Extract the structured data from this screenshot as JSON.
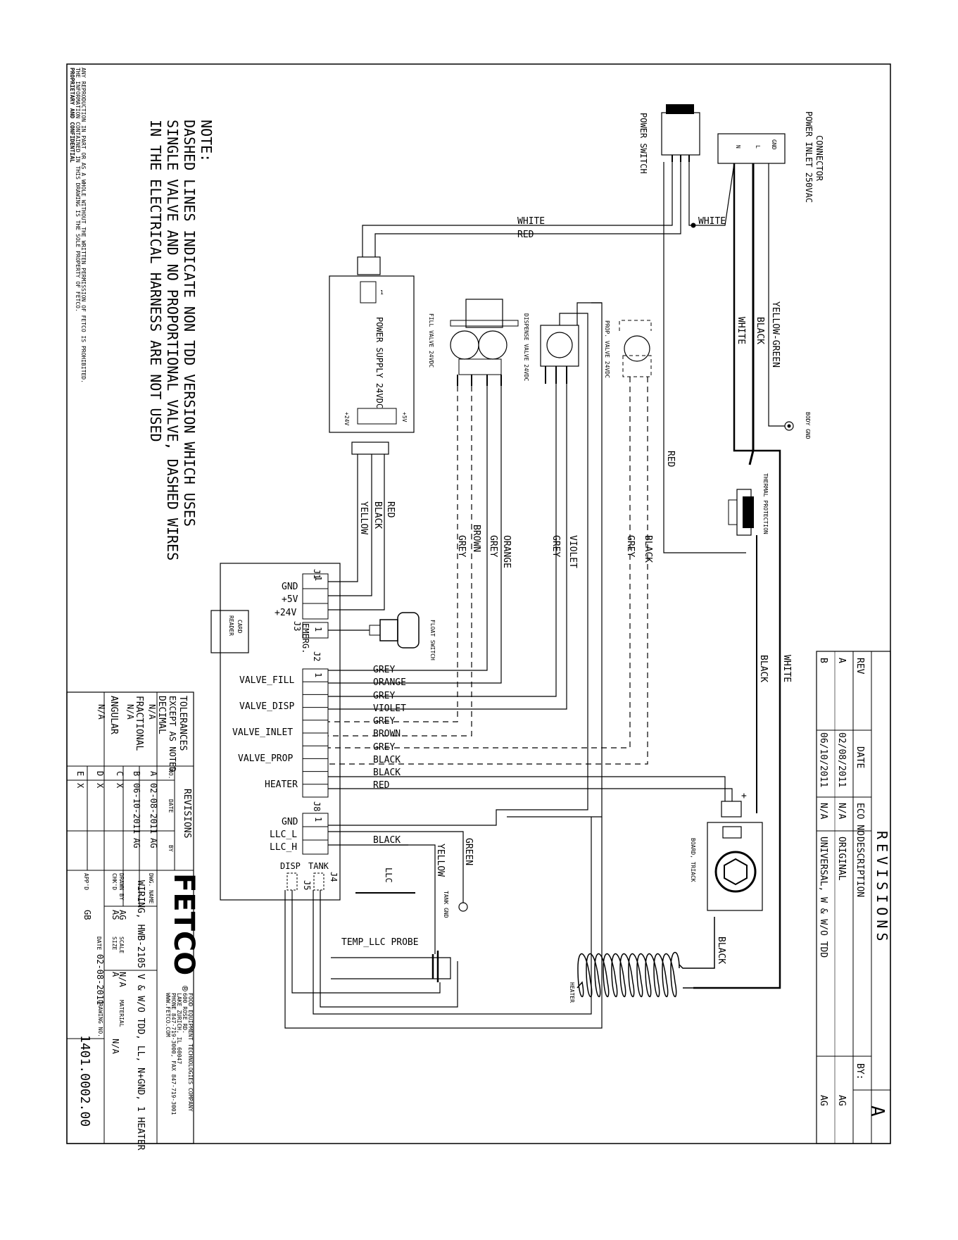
{
  "revisions_block": {
    "title": "REVISIONS",
    "headers": [
      "REV",
      "DATE",
      "ECO NO",
      "DESCRIPTION",
      "BY:"
    ],
    "rows": [
      {
        "rev": "A",
        "date": "02/08/2011",
        "eco": "N/A",
        "description": "ORIGINAL",
        "by": "AG"
      },
      {
        "rev": "B",
        "date": "06/10/2011",
        "eco": "N/A",
        "description": "UNIVERSAL, W & W/O TDD",
        "by": "AG"
      }
    ],
    "current_rev": "A"
  },
  "note": {
    "heading": "NOTE:",
    "lines": [
      "DASHED LINES INDICATE NON TDD VERSION WHICH USES",
      "SINGLE VALVE AND NO PROPORTIONAL VALVE, DASHED WIRES",
      "IN THE ELECTRICAL HARNESS ARE NOT USED"
    ]
  },
  "proprietary": {
    "title": "PROPRIETARY AND CONFIDENTIAL",
    "lines": [
      "THE INFORMATION CONTAINED IN THIS DRAWING IS THE SOLE PROPERTY OF FETCO.",
      "ANY REPRODUCTION IN PART OR AS A WHOLE WITHOUT THE WRITTEN PERMISSION OF FETCO IS PROHIBITED."
    ]
  },
  "components": {
    "connector": [
      "CONNECTOR",
      "POWER INLET 250VAC"
    ],
    "connector_pins": [
      "GND",
      "L",
      "N"
    ],
    "power_switch": "POWER SWITCH",
    "power_supply": "POWER SUPPLY 24VDC",
    "ps_out_plus5": "+5V",
    "ps_out_plus24": "+24V",
    "ps_pin": "1",
    "fill_valve": "FILL VALVE 24VDC",
    "dispense_valve": "DISPENSE VALVE 24VDC",
    "prop_valve": "PROP. VALVE 24VDC",
    "body_gnd": "BODY GND",
    "thermal_protection": "THERMAL PROTECTION",
    "board_triac": "BOARD, TRIACK",
    "heater": "HEATER",
    "float_switch": "FLOAT SWITCH",
    "card_reader": [
      "CARD",
      "READER"
    ],
    "llc": "LLC",
    "tank_gnd": "TANK GND",
    "temp_probe": "TEMP_LLC PROBE",
    "triac_plus": "+"
  },
  "wires": {
    "white": "WHITE",
    "red": "RED",
    "black": "BLACK",
    "yellow_green": "YELLOW-GREEN",
    "grey": "GREY",
    "brown": "BROWN",
    "orange": "ORANGE",
    "violet": "VIOLET",
    "yellow": "YELLOW",
    "green": "GREEN"
  },
  "board": {
    "j1": "J1",
    "j1_pins": [
      "GND",
      "+5V",
      "+24V"
    ],
    "j3": "J3",
    "j3_pin": "EMERG.",
    "j2": "J2",
    "j2_groups": [
      "VALVE_FILL",
      "VALVE_DISP",
      "VALVE_INLET",
      "VALVE_PROP",
      "HEATER"
    ],
    "j2_wires": [
      "GREY",
      "ORANGE",
      "GREY",
      "VIOLET",
      "GREY",
      "BROWN",
      "GREY",
      "BLACK",
      "BLACK",
      "RED"
    ],
    "j8": "J8",
    "j8_pins": [
      "GND",
      "LLC_L",
      "LLC_H"
    ],
    "pin1": "1",
    "disp": "DISP",
    "tank": "TANK",
    "j4": "J4",
    "j5": "J5"
  },
  "title_block": {
    "tolerances": "TOLERANCES",
    "except": "EXCEPT AS NOTED",
    "decimal": "DECIMAL",
    "decimal_val": "N/A",
    "fractional": "FRACTIONAL",
    "fractional_val": "N/A",
    "angular": "ANGULAR",
    "angular_val": "N/A",
    "revisions": "REVISIONS",
    "rev_headers": [
      "NO.",
      "DATE",
      "BY"
    ],
    "rev_rows": [
      {
        "no": "A",
        "date": "02-08-2011",
        "by": "AG"
      },
      {
        "no": "B",
        "date": "06-10-2011",
        "by": "AG"
      },
      {
        "no": "C",
        "date": "X",
        "by": ""
      },
      {
        "no": "D",
        "date": "X",
        "by": ""
      },
      {
        "no": "E",
        "date": "X",
        "by": ""
      }
    ],
    "logo": "FETCO",
    "registered": "®",
    "company": [
      "FOOD EQUIPMENT TECHNOLOGIES COMPANY",
      "600 ROSE RD.",
      "LAKE ZURICH, IL 60047",
      "PHONE 847-719-3000, FAX 847-719-3001",
      "WWW.FETCO.COM"
    ],
    "dwg_name_label": "DWG. NAME",
    "dwg_name": "WIRING, HWB-2105 V & W/O TDD, LL, N+GND, 1 HEATER",
    "drawn_by_label": "DRAWN BY",
    "drawn_by": "AG",
    "chkd_label": "CHK'D",
    "chkd": "AS",
    "appd_label": "APP'D",
    "appd": "GB",
    "scale_label": "SCALE",
    "scale": "N/A",
    "size_label": "SIZE",
    "size": "A",
    "date_label": "DATE",
    "date": "02-08-2011",
    "material_label": "MATERIAL",
    "material": "N/A",
    "drawing_no_label": "DRAWING NO.",
    "drawing_no": "1401.0002.00"
  }
}
